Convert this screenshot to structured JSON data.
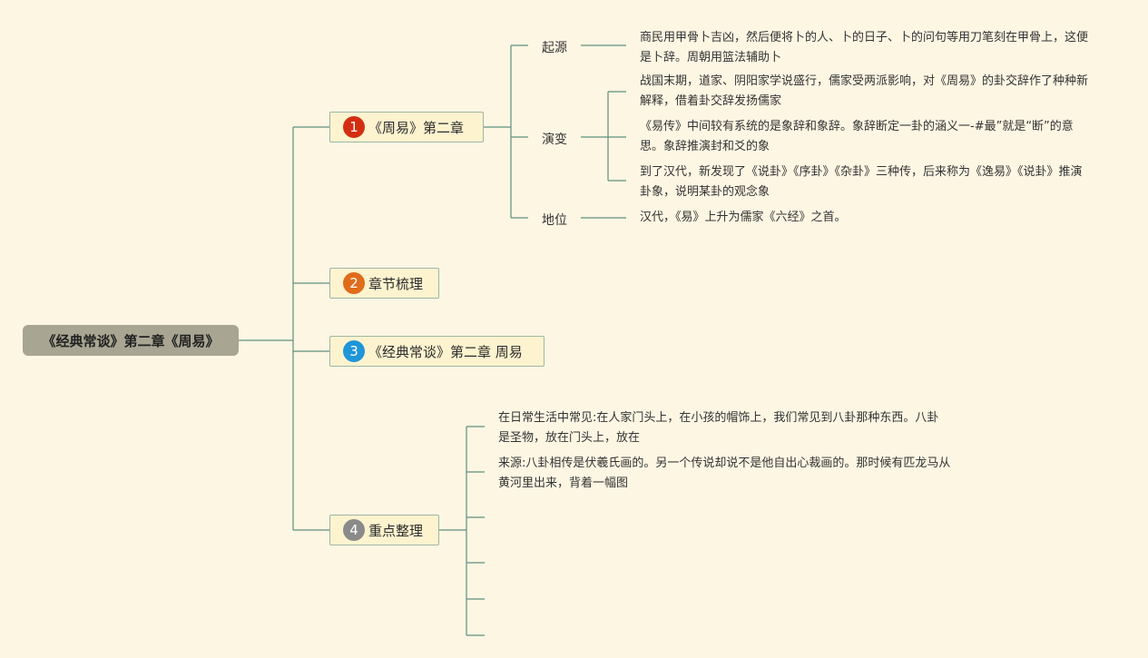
{
  "root": {
    "title": "《经典常谈》第二章《周易》"
  },
  "colors": {
    "badge1": "#d42e12",
    "badge2": "#e06b1a",
    "badge3": "#1e96d8",
    "badge4": "#8a8a8a",
    "line": "#5f8f7f",
    "background": "#fdf6e3"
  },
  "branches": [
    {
      "number": "1",
      "label": "《周易》第二章",
      "children": [
        {
          "label": "起源",
          "notes": [
            "商民用甲骨卜吉凶，然后便将卜的人、卜的日子、卜的问句等用刀笔刻在甲骨上，这便是卜辞。周朝用篮法辅助卜"
          ]
        },
        {
          "label": "演变",
          "notes": [
            "战国末期，道家、阴阳家学说盛行，儒家受两派影响，对《周易》的卦交辞作了种种新解释，借着卦交辞发扬儒家",
            "《易传》中间较有系统的是象辞和象辞。象辞断定一卦的涵义一-#最”就是“断”的意思。象辞推演封和爻的象",
            "到了汉代，新发现了《说卦》《序卦》《杂卦》三种传，后来称为《逸易》《说卦》推演卦象，说明某卦的观念象"
          ]
        },
        {
          "label": "地位",
          "notes": [
            "汉代，《易》上升为儒家《六经》之首。"
          ]
        }
      ]
    },
    {
      "number": "2",
      "label": "章节梳理"
    },
    {
      "number": "3",
      "label": "《经典常谈》第二章 周易"
    },
    {
      "number": "4",
      "label": "重点整理",
      "notes": [
        "在日常生活中常见:在人家门头上，在小孩的帽饰上，我们常见到八卦那种东西。八卦是圣物，放在门头上，放在",
        "来源:八卦相传是伏羲氏画的。另一个传说却说不是他自出心裁画的。那时候有匹龙马从黄河里出来，背着一幅图"
      ]
    }
  ]
}
